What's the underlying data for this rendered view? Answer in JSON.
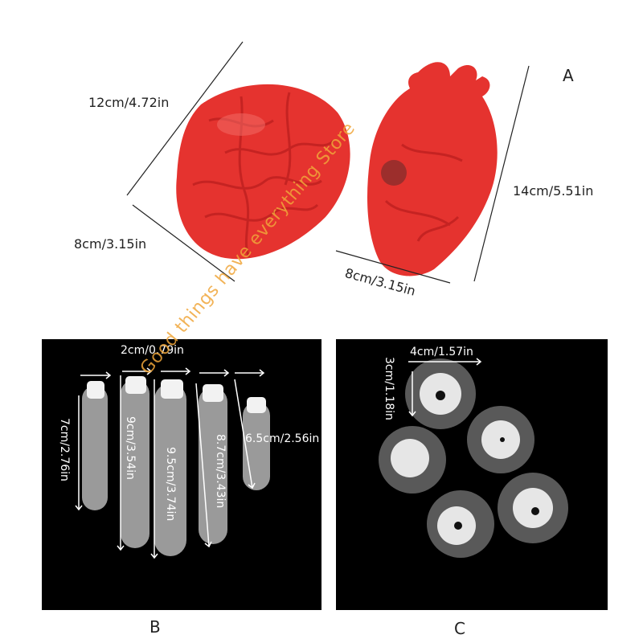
{
  "panel_labels": {
    "a": "A",
    "b": "B",
    "c": "C"
  },
  "panel_a": {
    "brain_length": "12cm/4.72in",
    "brain_width": "8cm/3.15in",
    "heart_height": "14cm/5.51in",
    "heart_width": "8cm/3.15in"
  },
  "panel_b": {
    "finger_width": "2cm/0.79in",
    "finger_1": "7cm/2.76in",
    "finger_2": "9cm/3.54in",
    "finger_3": "9.5cm/3.74in",
    "finger_4": "8.7cm/3.43in",
    "finger_5": "6.5cm/2.56in"
  },
  "panel_c": {
    "eye_width": "4cm/1.57in",
    "eye_height": "3cm/1.18in"
  },
  "watermark": "Good things have everything Store",
  "colors": {
    "organ_red": "#e8332e",
    "panel_bg": "#000000",
    "watermark": "#f0a63a"
  }
}
